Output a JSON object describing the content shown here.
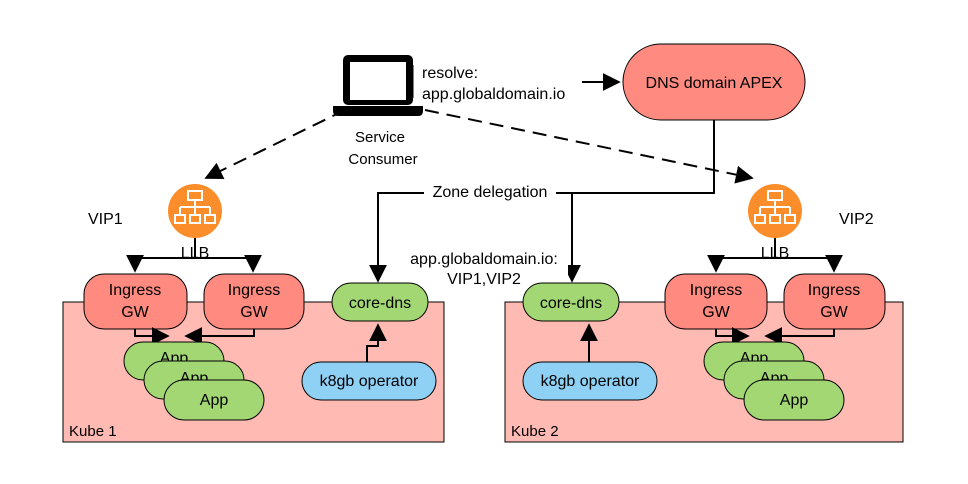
{
  "client": {
    "line1": "Service",
    "line2": "Consumer"
  },
  "resolve": {
    "line1": "resolve:",
    "line2": "app.globaldomain.io"
  },
  "dns_apex": "DNS domain APEX",
  "zone_delegation": "Zone delegation",
  "record": {
    "line1": "app.globaldomain.io:",
    "line2": "VIP1,VIP2"
  },
  "left_cluster": {
    "name": "Kube 1",
    "vip": "VIP1",
    "llb": "LLB",
    "ingress": [
      {
        "line1": "Ingress",
        "line2": "GW"
      },
      {
        "line1": "Ingress",
        "line2": "GW"
      }
    ],
    "apps": [
      "App",
      "App",
      "App"
    ],
    "core_dns": "core-dns",
    "operator": "k8gb operator"
  },
  "right_cluster": {
    "name": "Kube 2",
    "vip": "VIP2",
    "llb": "LLB",
    "ingress": [
      {
        "line1": "Ingress",
        "line2": "GW"
      },
      {
        "line1": "Ingress",
        "line2": "GW"
      }
    ],
    "apps": [
      "App",
      "App",
      "App"
    ],
    "core_dns": "core-dns",
    "operator": "k8gb operator"
  },
  "colors": {
    "cluster_fill": "#ffbbb3",
    "ingress_fill": "#fe8a80",
    "app_fill": "#a2d773",
    "operator_fill": "#8fd0f5",
    "dns_apex_fill": "#fe8a80",
    "llb_fill": "#fb8d2a",
    "stroke": "#000000"
  }
}
